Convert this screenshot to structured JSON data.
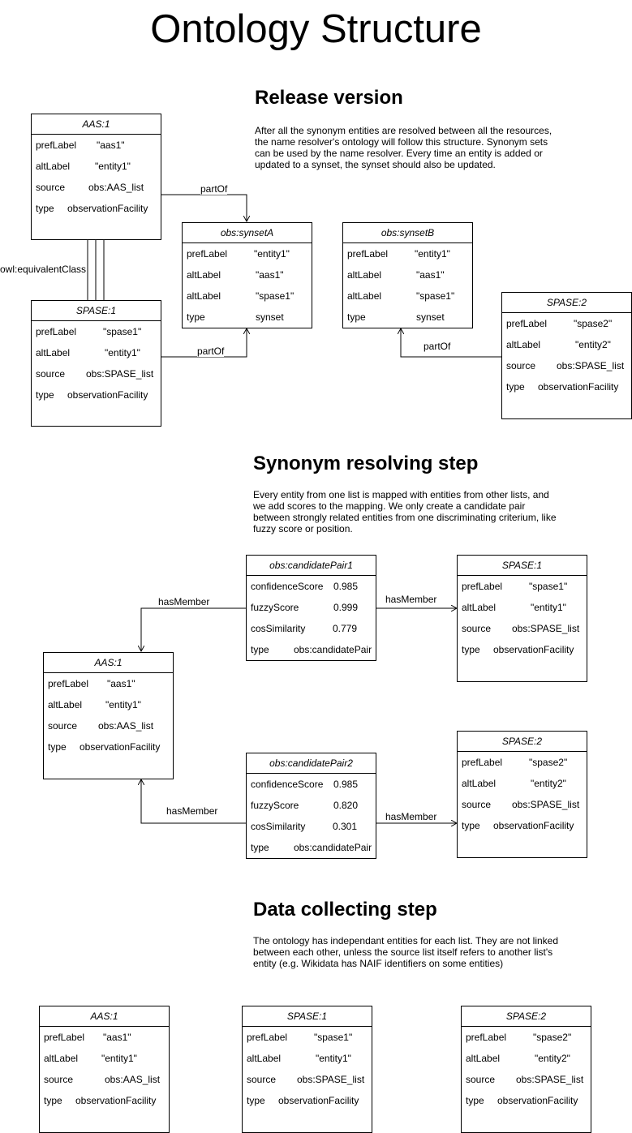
{
  "title": "Ontology Structure",
  "release": {
    "heading": "Release version",
    "description": "After all the synonym entities are resolved between all the resources, the name resolver's ontology will follow this structure. Synonym sets can be used by the name resolver. Every time an entity is added or updated to a synset, the synset should also be updated.",
    "aas1": {
      "title": "AAS:1",
      "rows": [
        [
          "prefLabel",
          "\"aas1\""
        ],
        [
          "altLabel",
          "\"entity1\""
        ],
        [
          "source",
          "obs:AAS_list"
        ],
        [
          "type",
          "observationFacility"
        ]
      ]
    },
    "spase1": {
      "title": "SPASE:1",
      "rows": [
        [
          "prefLabel",
          "\"spase1\""
        ],
        [
          "altLabel",
          "\"entity1\""
        ],
        [
          "source",
          "obs:SPASE_list"
        ],
        [
          "type",
          "observationFacility"
        ]
      ]
    },
    "synsetA": {
      "title": "obs:synsetA",
      "rows": [
        [
          "prefLabel",
          "\"entity1\""
        ],
        [
          "altLabel",
          "\"aas1\""
        ],
        [
          "altLabel",
          "\"spase1\""
        ],
        [
          "type",
          "synset"
        ]
      ]
    },
    "synsetB": {
      "title": "obs:synsetB",
      "rows": [
        [
          "prefLabel",
          "\"entity1\""
        ],
        [
          "altLabel",
          "\"aas1\""
        ],
        [
          "altLabel",
          "\"spase1\""
        ],
        [
          "type",
          "synset"
        ]
      ]
    },
    "spase2": {
      "title": "SPASE:2",
      "rows": [
        [
          "prefLabel",
          "\"spase2\""
        ],
        [
          "altLabel",
          "\"entity2\""
        ],
        [
          "source",
          "obs:SPASE_list"
        ],
        [
          "type",
          "observationFacility"
        ]
      ]
    },
    "edge_labels": {
      "partof_aas": "partOf",
      "equivalent": "owl:equivalentClass",
      "partof_spase1": "partOf",
      "partof_spase2": "partOf"
    }
  },
  "synonym": {
    "heading": "Synonym resolving step",
    "description": "Every entity from one list is mapped with entities from other lists, and we add scores to the mapping. We only create a candidate pair between strongly related entities from one discriminating criterium, like fuzzy score or position.",
    "pair1": {
      "title": "obs:candidatePair1",
      "rows": [
        [
          "confidenceScore",
          "0.985"
        ],
        [
          "fuzzyScore",
          "0.999"
        ],
        [
          "cosSimilarity",
          "0.779"
        ],
        [
          "type",
          "obs:candidatePair"
        ]
      ]
    },
    "pair2": {
      "title": "obs:candidatePair2",
      "rows": [
        [
          "confidenceScore",
          "0.985"
        ],
        [
          "fuzzyScore",
          "0.820"
        ],
        [
          "cosSimilarity",
          "0.301"
        ],
        [
          "type",
          "obs:candidatePair"
        ]
      ]
    },
    "aas1": {
      "title": "AAS:1",
      "rows": [
        [
          "prefLabel",
          "\"aas1\""
        ],
        [
          "altLabel",
          "\"entity1\""
        ],
        [
          "source",
          "obs:AAS_list"
        ],
        [
          "type",
          "observationFacility"
        ]
      ]
    },
    "spase1": {
      "title": "SPASE:1",
      "rows": [
        [
          "prefLabel",
          "\"spase1\""
        ],
        [
          "altLabel",
          "\"entity1\""
        ],
        [
          "source",
          "obs:SPASE_list"
        ],
        [
          "type",
          "observationFacility"
        ]
      ]
    },
    "spase2": {
      "title": "SPASE:2",
      "rows": [
        [
          "prefLabel",
          "\"spase2\""
        ],
        [
          "altLabel",
          "\"entity2\""
        ],
        [
          "source",
          "obs:SPASE_list"
        ],
        [
          "type",
          "observationFacility"
        ]
      ]
    },
    "edge_labels": {
      "p1_aas": "hasMember",
      "p1_spase": "hasMember",
      "p2_aas": "hasMember",
      "p2_spase": "hasMember"
    }
  },
  "collecting": {
    "heading": "Data collecting step",
    "description": "The ontology has independant entities for each list. They are not linked between each other, unless the source list itself refers to another list's entity (e.g. Wikidata has NAIF identifiers on some entities)",
    "aas1": {
      "title": "AAS:1",
      "rows": [
        [
          "prefLabel",
          "\"aas1\""
        ],
        [
          "altLabel",
          "\"entity1\""
        ],
        [
          "source",
          "obs:AAS_list"
        ],
        [
          "type",
          "observationFacility"
        ]
      ]
    },
    "spase1": {
      "title": "SPASE:1",
      "rows": [
        [
          "prefLabel",
          "\"spase1\""
        ],
        [
          "altLabel",
          "\"entity1\""
        ],
        [
          "source",
          "obs:SPASE_list"
        ],
        [
          "type",
          "observationFacility"
        ]
      ]
    },
    "spase2": {
      "title": "SPASE:2",
      "rows": [
        [
          "prefLabel",
          "\"spase2\""
        ],
        [
          "altLabel",
          "\"entity2\""
        ],
        [
          "source",
          "obs:SPASE_list"
        ],
        [
          "type",
          "observationFacility"
        ]
      ]
    }
  }
}
